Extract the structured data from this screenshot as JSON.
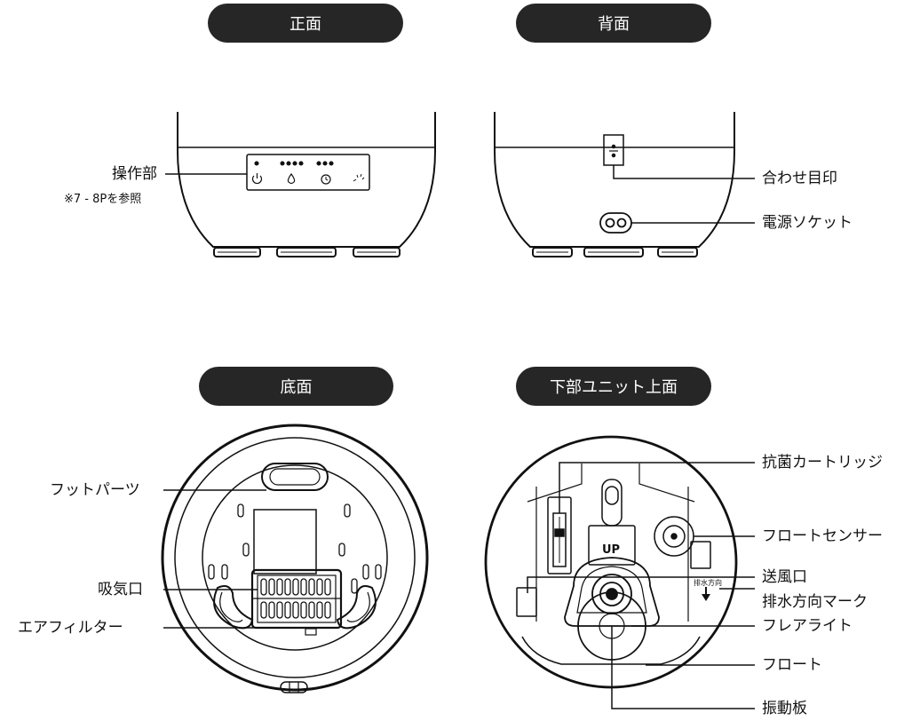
{
  "sections": {
    "front": "正面",
    "back": "背面",
    "bottom": "底面",
    "lower_unit_top": "下部ユニット上面"
  },
  "front_labels": {
    "control_panel": "操作部",
    "control_panel_note": "※7 - 8Pを参照"
  },
  "back_labels": {
    "alignment_mark": "合わせ目印",
    "power_socket": "電源ソケット"
  },
  "bottom_labels": {
    "foot_parts": "フットパーツ",
    "air_intake": "吸気口",
    "air_filter": "エアフィルター"
  },
  "lower_unit_labels": {
    "antibacterial_cartridge": "抗菌カートリッジ",
    "float_sensor": "フロートセンサー",
    "air_outlet": "送風口",
    "drain_direction_mark": "排水方向マーク",
    "flare_light": "フレアライト",
    "float": "フロート",
    "vibration_plate": "振動板",
    "drain_direction_inline": "排水方向",
    "up_marking": "UP"
  },
  "colors": {
    "pill": "#262626",
    "line": "#111111"
  }
}
